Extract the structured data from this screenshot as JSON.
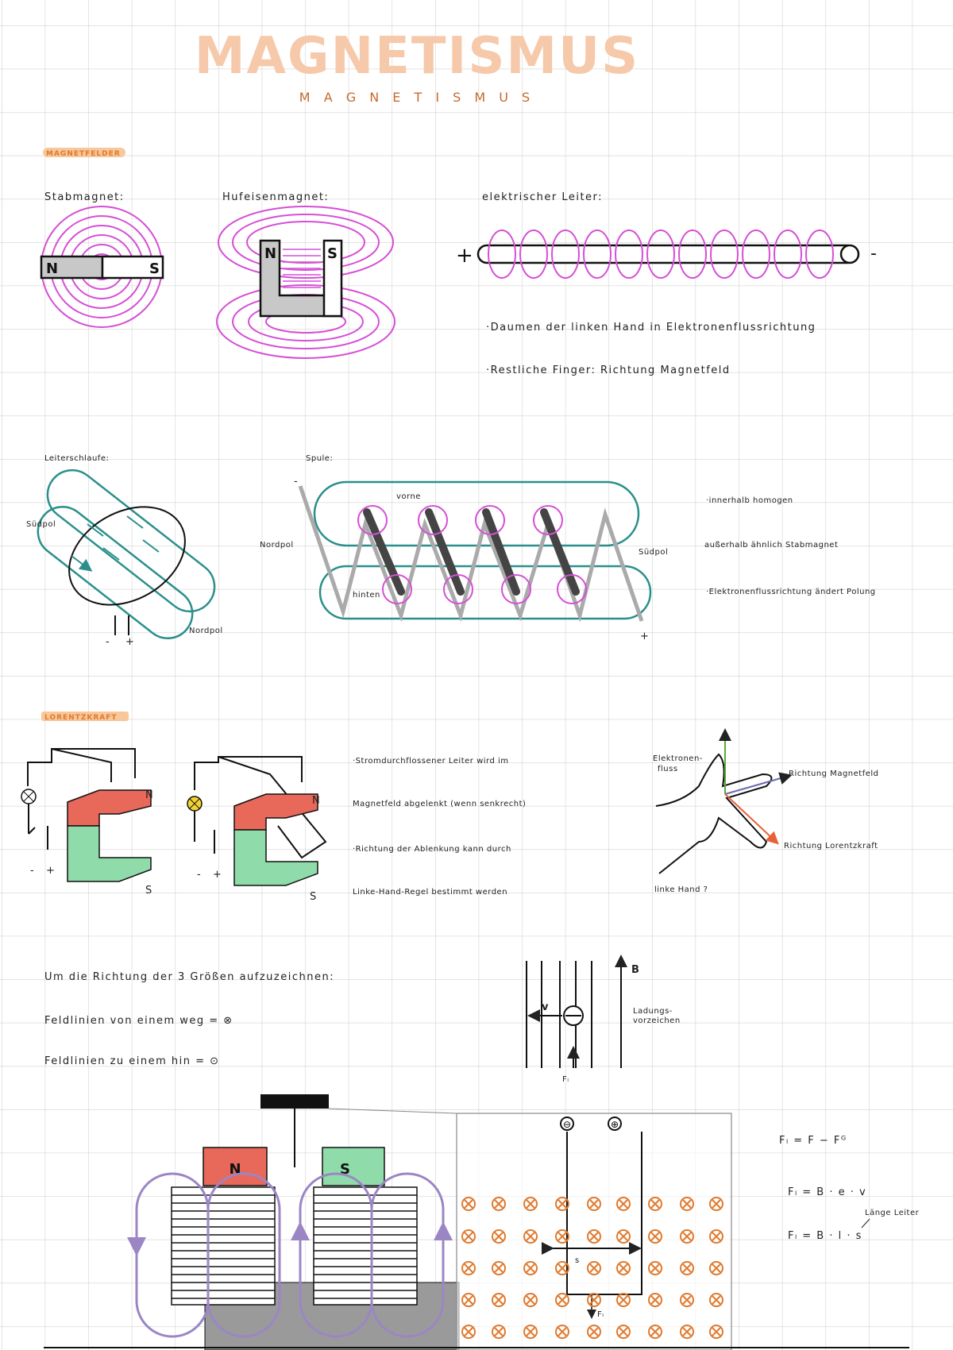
{
  "title": {
    "big": "MAGNETISMUS",
    "spaced": "M A G N E T I S M U S"
  },
  "colors": {
    "accent": "#e07a2e",
    "field": "#d64fd6",
    "teal": "#2a8f8c",
    "north": "#e8685a",
    "south": "#8fdcaa",
    "purple": "#9b86c4"
  },
  "section1": {
    "label": "MAGNETFELDER",
    "stabmagnet": {
      "heading": "Stabmagnet:",
      "n": "N",
      "s": "S"
    },
    "hufeisen": {
      "heading": "Hufeisenmagnet:",
      "n": "N",
      "s": "S"
    },
    "leiter": {
      "heading": "elektrischer Leiter:",
      "plus": "+",
      "minus": "-",
      "notes": [
        "·Daumen der linken Hand in Elektronenflussrichtung",
        "·Restliche Finger: Richtung Magnetfeld"
      ]
    },
    "schlaufe": {
      "heading": "Leiterschlaufe:",
      "south": "Südpol",
      "north": "Nordpol",
      "minus": "-",
      "plus": "+"
    },
    "spule": {
      "heading": "Spule:",
      "north": "Nordpol",
      "south": "Südpol",
      "front": "vorne",
      "back": "hinten",
      "minus": "-",
      "plus": "+",
      "notes": [
        "·innerhalb homogen",
        "außerhalb ähnlich Stabmagnet",
        "·Elektronenflussrichtung ändert Polung"
      ]
    }
  },
  "section2": {
    "label": "LORENTZKRAFT",
    "apparatus": {
      "n": "N",
      "s": "S",
      "minus": "-",
      "plus": "+"
    },
    "notes": [
      "·Stromdurchflossener Leiter wird im",
      "Magnetfeld abgelenkt (wenn senkrecht)",
      "·Richtung der Ablenkung kann durch",
      "Linke-Hand-Regel bestimmt werden"
    ],
    "hand": {
      "electron": "Elektronen-",
      "electron2": "fluss",
      "field": "Richtung Magnetfeld",
      "force": "Richtung Lorentzkraft",
      "caption": "linke Hand ?"
    },
    "draw": [
      "Um die Richtung der 3 Größen aufzuzeichnen:",
      "Feldlinien von einem weg = ⊗",
      "Feldlinien zu einem hin = ⊙"
    ],
    "charge": {
      "b": "B",
      "v": "v",
      "f": "Fₗ",
      "note1": "Ladungs-",
      "note2": "vorzeichen"
    },
    "balance": {
      "n": "N",
      "s": "S",
      "minus": "⊖",
      "plus": "⊕",
      "s_len": "s",
      "fl": "Fₗ"
    },
    "formulas": [
      "Fₗ = F − Fᴳ",
      "Fₗ = B · e · v",
      "Fₗ = B · l · s"
    ],
    "length_note": "Länge Leiter"
  }
}
